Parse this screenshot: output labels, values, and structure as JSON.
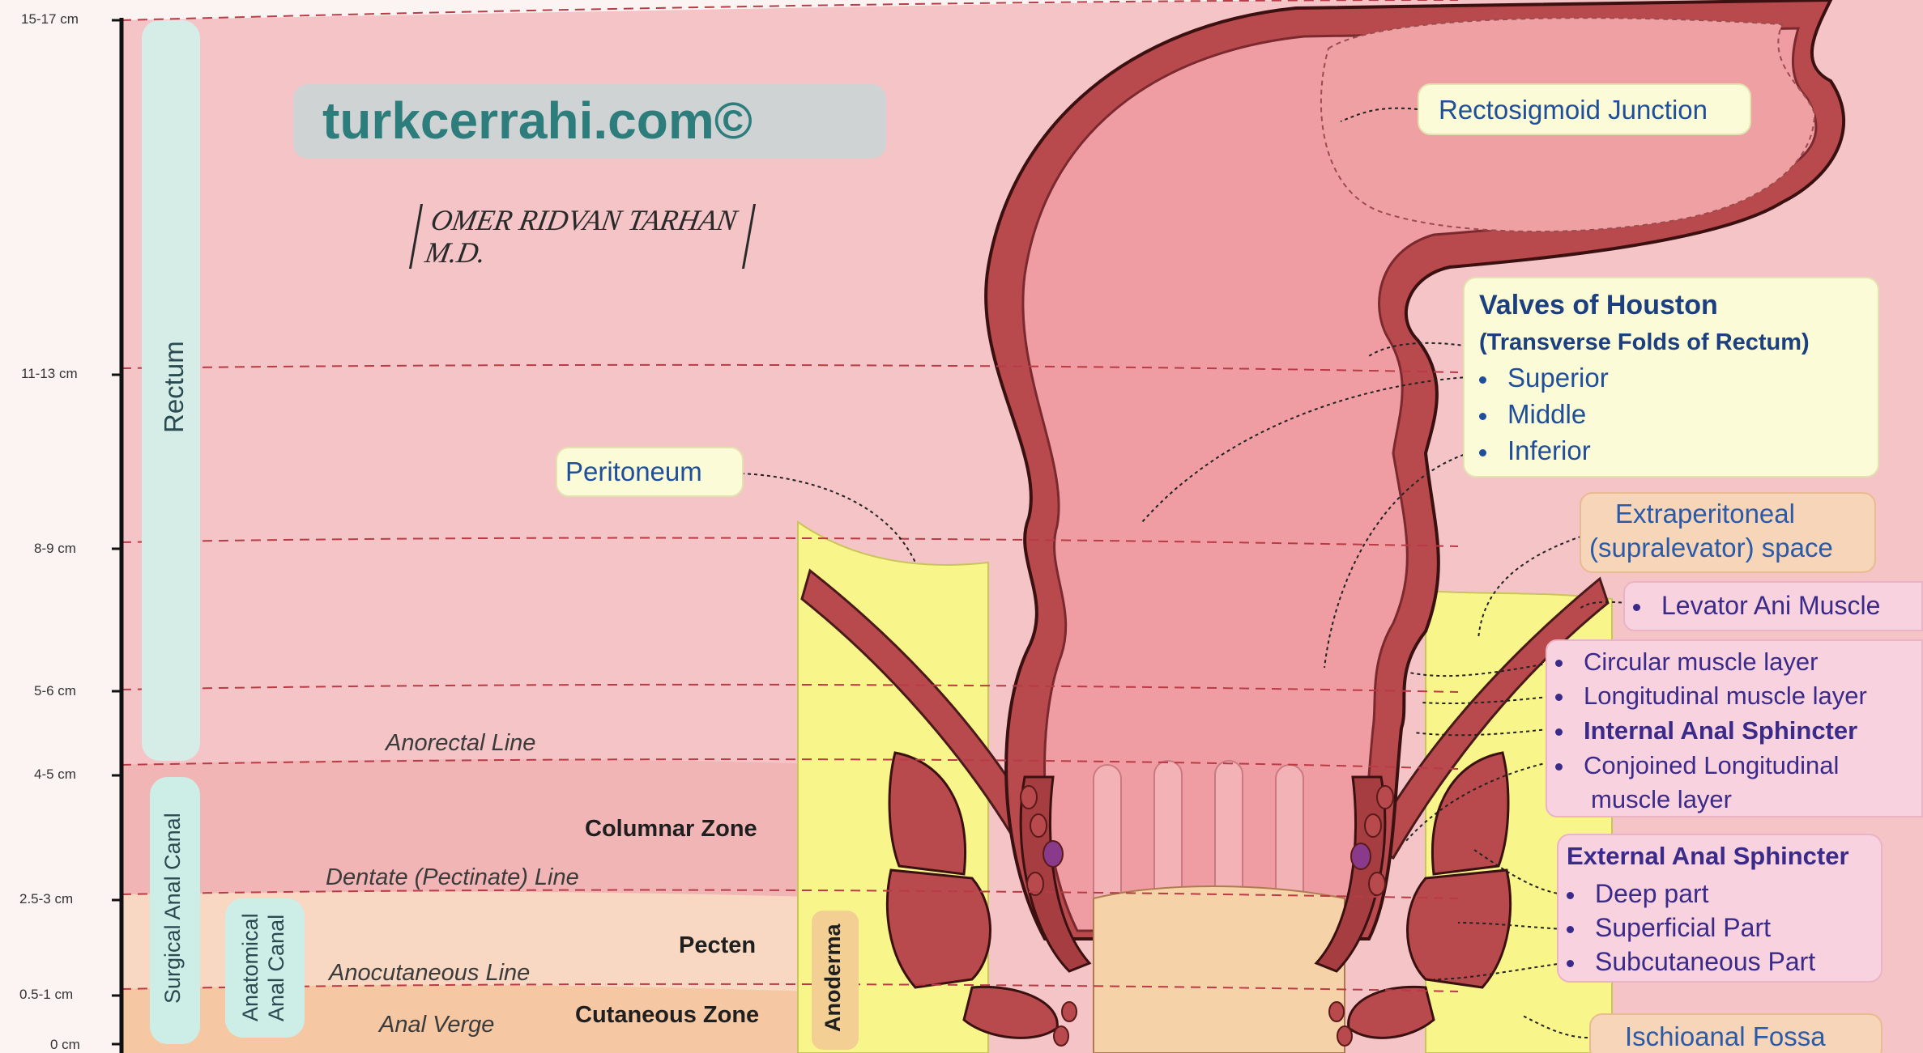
{
  "watermark": "turkcerrahi.com©",
  "signature": "OMER RIDVAN TARHAN M.D.",
  "scale": {
    "ticks": [
      "15-17 cm",
      "11-13 cm",
      "8-9 cm",
      "5-6 cm",
      "4-5 cm",
      "2.5-3 cm",
      "0.5-1 cm",
      "0 cm"
    ]
  },
  "sidebars": {
    "rectum": "Rectum",
    "surgical": "Surgical Anal Canal",
    "anatomical_1": "Anatomical",
    "anatomical_2": "Anal Canal",
    "anoderma": "Anoderma"
  },
  "lines": {
    "anorectal": "Anorectal Line",
    "dentate": "Dentate (Pectinate) Line",
    "anocutaneous": "Anocutaneous Line",
    "anal_verge": "Anal Verge"
  },
  "zones": {
    "columnar": "Columnar Zone",
    "pecten": "Pecten",
    "cutaneous": "Cutaneous Zone"
  },
  "callouts": {
    "rectosigmoid": "Rectosigmoid Junction",
    "peritoneum": "Peritoneum",
    "houston_title": "Valves of Houston",
    "houston_sub": "(Transverse Folds of Rectum)",
    "houston_items": [
      "Superior",
      "Middle",
      "Inferior"
    ],
    "extraperitoneal_1": "Extraperitoneal",
    "extraperitoneal_2": "(supralevator) space",
    "levator": "Levator Ani Muscle",
    "muscle_items": [
      "Circular muscle layer",
      "Longitudinal muscle layer",
      "Internal Anal Sphincter",
      "Conjoined Longitudinal",
      "muscle layer"
    ],
    "external_title": "External Anal Sphincter",
    "external_items": [
      "Deep part",
      "Superficial Part",
      "Subcutaneous Part"
    ],
    "ischioanal": "Ischioanal Fossa"
  },
  "colors": {
    "rectum_bg": "#f4c4c6",
    "canal_bg": "#f1b9b8",
    "pecten_bg": "#f8d9c2",
    "cutaneous_bg": "#f6c9a5",
    "fat_yellow": "#f8f58a",
    "muscle_red": "#b8494c",
    "lumen_pink": "#ef9da3",
    "callout_text": "#1f4e9a",
    "purple_text": "#3a2a8a"
  }
}
